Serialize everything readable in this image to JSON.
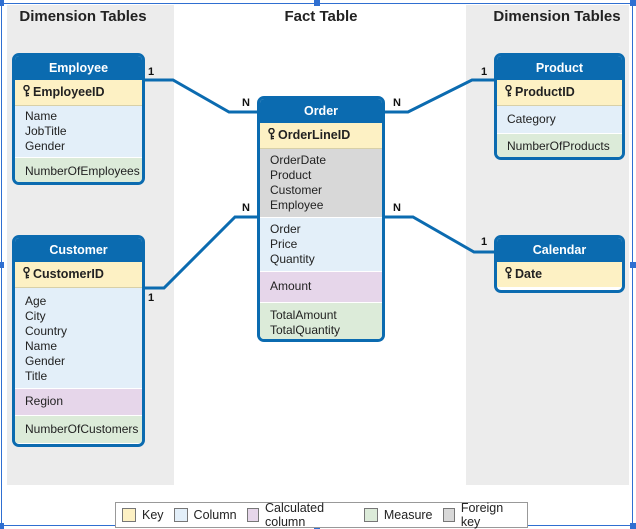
{
  "headings": {
    "left": "Dimension Tables",
    "center": "Fact Table",
    "right": "Dimension Tables"
  },
  "colors": {
    "header_blue": "#0b6bb0",
    "key": "#fdf1c4",
    "column": "#e3eff9",
    "calculated_column": "#e6d6ea",
    "measure": "#dcebd9",
    "foreign_key": "#d8d8d8",
    "panel": "#ececec"
  },
  "tables": {
    "employee": {
      "title": "Employee",
      "key": "EmployeeID",
      "columns": [
        "Name",
        "JobTitle",
        "Gender"
      ],
      "measures": [
        "NumberOfEmployees"
      ]
    },
    "customer": {
      "title": "Customer",
      "key": "CustomerID",
      "columns": [
        "Age",
        "City",
        "Country",
        "Name",
        "Gender",
        "Title"
      ],
      "calculated": [
        "Region"
      ],
      "measures": [
        "NumberOfCustomers"
      ]
    },
    "order": {
      "title": "Order",
      "key": "OrderLineID",
      "foreign_keys": [
        "OrderDate",
        "Product",
        "Customer",
        "Employee"
      ],
      "columns": [
        "Order",
        "Price",
        "Quantity"
      ],
      "calculated": [
        "Amount"
      ],
      "measures": [
        "TotalAmount",
        "TotalQuantity"
      ]
    },
    "product": {
      "title": "Product",
      "key": "ProductID",
      "columns": [
        "Category"
      ],
      "measures": [
        "NumberOfProducts"
      ]
    },
    "calendar": {
      "title": "Calendar",
      "key": "Date"
    }
  },
  "relationships": {
    "employee_one": "1",
    "order_many_employee": "N",
    "customer_one": "1",
    "order_many_customer": "N",
    "product_one": "1",
    "order_many_product": "N",
    "calendar_one": "1",
    "order_many_calendar": "N"
  },
  "legend": {
    "key": "Key",
    "column": "Column",
    "calculated": "Calculated column",
    "measure": "Measure",
    "foreign_key": "Foreign key"
  }
}
